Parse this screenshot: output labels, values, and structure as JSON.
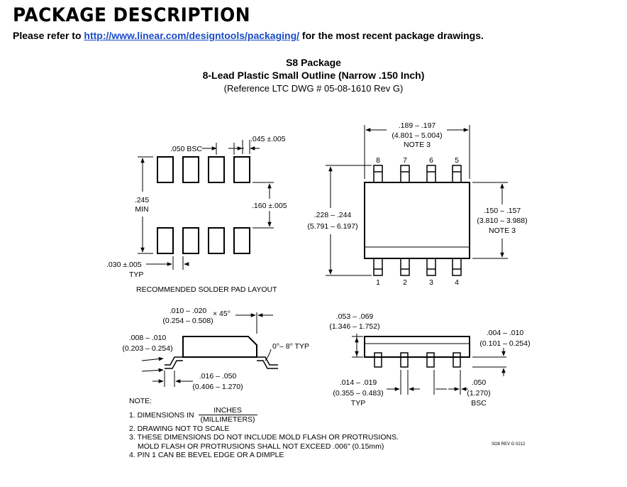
{
  "header": {
    "title": "PACKAGE DESCRIPTION",
    "refer_prefix": "Please refer to",
    "refer_link": "http://www.linear.com/designtools/packaging/",
    "refer_suffix": "for the most recent package drawings."
  },
  "package": {
    "name": "S8 Package",
    "description": "8-Lead Plastic Small Outline (Narrow .150 Inch)",
    "reference": "(Reference LTC DWG # 05-08-1610 Rev G)"
  },
  "pad_layout": {
    "pitch": ".050 BSC",
    "pad_width": ".045 ±.005",
    "span_inch": ".245",
    "span_min": "MIN",
    "pad_length": ".160 ±.005",
    "pad_gap": ".030 ±.005",
    "pad_gap_typ": "TYP",
    "caption": "RECOMMENDED SOLDER PAD LAYOUT"
  },
  "top_view": {
    "length_inch": ".189 – .197",
    "length_mm": "(4.801 – 5.004)",
    "length_note": "NOTE 3",
    "height_inch": ".228 – .244",
    "height_mm": "(5.791 – 6.197)",
    "body_inch": ".150 – .157",
    "body_mm": "(3.810 – 3.988)",
    "body_note": "NOTE 3",
    "pins_top": [
      "8",
      "7",
      "6",
      "5"
    ],
    "pins_bottom": [
      "1",
      "2",
      "3",
      "4"
    ]
  },
  "side_view": {
    "bevel_inch": ".010 – .020",
    "bevel_mm": "(0.254 – 0.508)",
    "bevel_angle": "× 45°",
    "lead_thk_inch": ".008 – .010",
    "lead_thk_mm": "(0.203 – 0.254)",
    "angle": "0°– 8° TYP",
    "foot_inch": ".016 – .050",
    "foot_mm": "(0.406 – 1.270)"
  },
  "end_view": {
    "height_inch": ".053 – .069",
    "height_mm": "(1.346 – 1.752)",
    "standoff_inch": ".004 – .010",
    "standoff_mm": "(0.101 – 0.254)",
    "lead_w_inch": ".014 – .019",
    "lead_w_mm": "(0.355 – 0.483)",
    "lead_w_typ": "TYP",
    "pitch_inch": ".050",
    "pitch_mm": "(1.270)",
    "pitch_bsc": "BSC"
  },
  "notes": {
    "heading": "NOTE:",
    "n1_prefix": "1. DIMENSIONS IN",
    "n1_num": "INCHES",
    "n1_den": "(MILLIMETERS)",
    "n2": "2. DRAWING NOT TO SCALE",
    "n3a": "3. THESE DIMENSIONS DO NOT INCLUDE MOLD FLASH OR PROTRUSIONS.",
    "n3b": "MOLD FLASH OR PROTRUSIONS SHALL NOT EXCEED .006\" (0.15mm)",
    "n4": "4. PIN 1 CAN BE BEVEL EDGE OR A DIMPLE"
  },
  "revision": "SO8 REV G 0212"
}
